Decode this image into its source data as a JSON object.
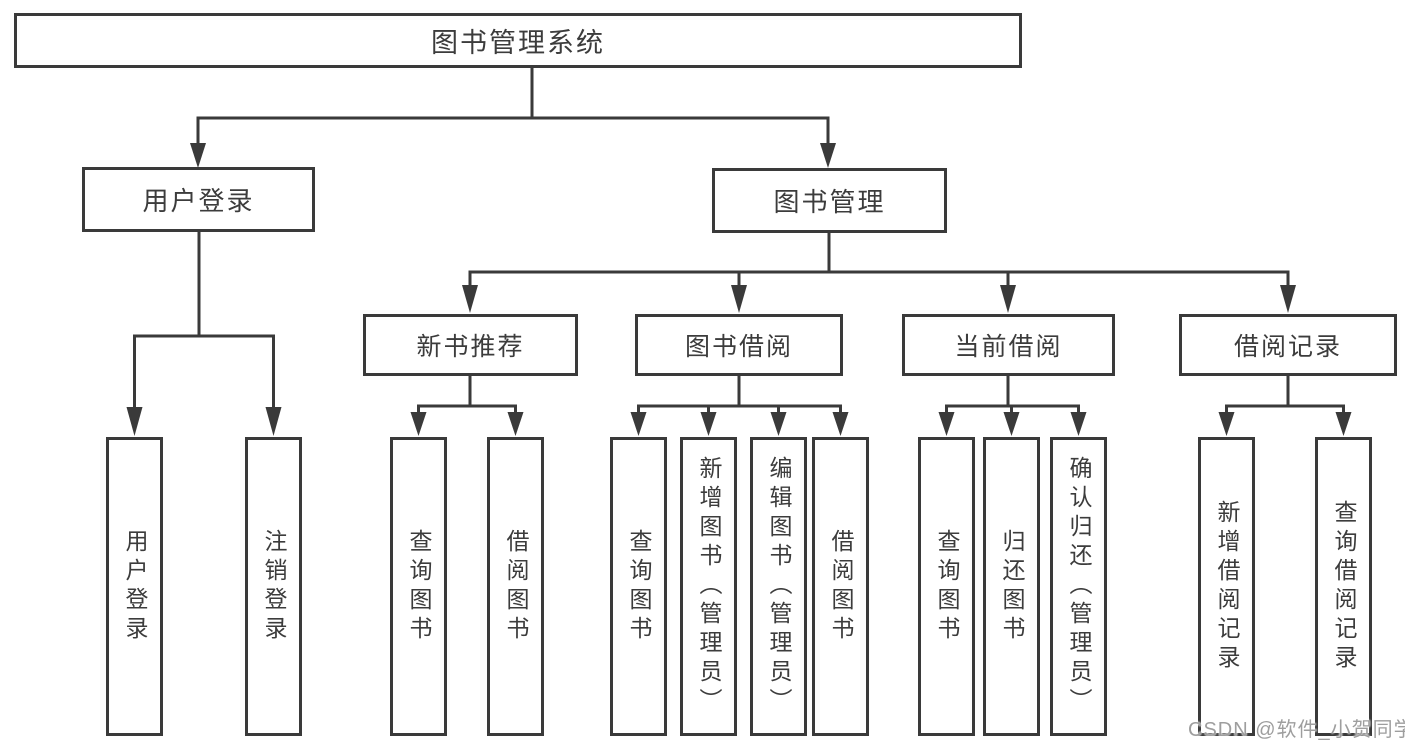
{
  "diagram": {
    "type": "hierarchy",
    "tree": {
      "root": "图书管理系统",
      "children": [
        {
          "label": "用户登录",
          "children": [
            "用户登录",
            "注销登录"
          ]
        },
        {
          "label": "图书管理",
          "children": [
            {
              "label": "新书推荐",
              "children": [
                "查询图书",
                "借阅图书"
              ]
            },
            {
              "label": "图书借阅",
              "children": [
                "查询图书",
                "新增图书（管理员）",
                "编辑图书（管理员）",
                "借阅图书"
              ]
            },
            {
              "label": "当前借阅",
              "children": [
                "查询图书",
                "归还图书",
                "确认归还（管理员）"
              ]
            },
            {
              "label": "借阅记录",
              "children": [
                "新增借阅记录",
                "查询借阅记录"
              ]
            }
          ]
        }
      ]
    }
  },
  "watermark": {
    "text": "CSDN @软件_小贺同学"
  },
  "colors": {
    "line": "#3a3a3a",
    "box_background": "#ffffff",
    "text": "#3c3c3c",
    "watermark": "#9e9e9e",
    "background": "#ffffff"
  }
}
